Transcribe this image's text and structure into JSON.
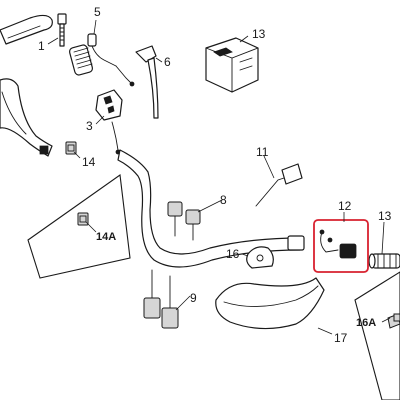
{
  "diagram": {
    "callouts": {
      "c1": "1",
      "c3": "3",
      "c5": "5",
      "c6": "6",
      "c8": "8",
      "c9": "9",
      "c11": "11",
      "c12": "12",
      "c13_top": "13",
      "c13_right": "13",
      "c14": "14",
      "c14a": "14A",
      "c16": "16",
      "c16a": "16A",
      "c17": "17"
    },
    "highlight_color": "#d8212f"
  }
}
